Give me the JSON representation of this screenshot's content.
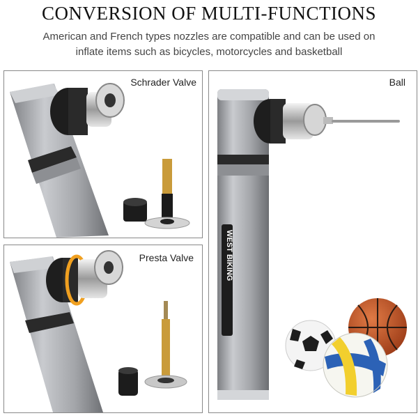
{
  "header": {
    "title": "CONVERSION OF MULTI-FUNCTIONS",
    "subtitle": "American and French types nozzles are compatible and can be used on inflate items such as bicycles, motorcycles and basketball"
  },
  "panels": {
    "schrader": {
      "label": "Schrader Valve"
    },
    "presta": {
      "label": "Presta Valve"
    },
    "ball": {
      "label": "Ball",
      "brand_text": "WEST BIKING"
    }
  },
  "colors": {
    "pump_body": "#a9abaf",
    "knurl": "#1e1e1e",
    "brass": "#c99b3a",
    "basketball": "#c4562a",
    "volleyball_blue": "#2c62b6",
    "volleyball_yellow": "#f2cf2e",
    "o_ring": "#f0a020"
  }
}
